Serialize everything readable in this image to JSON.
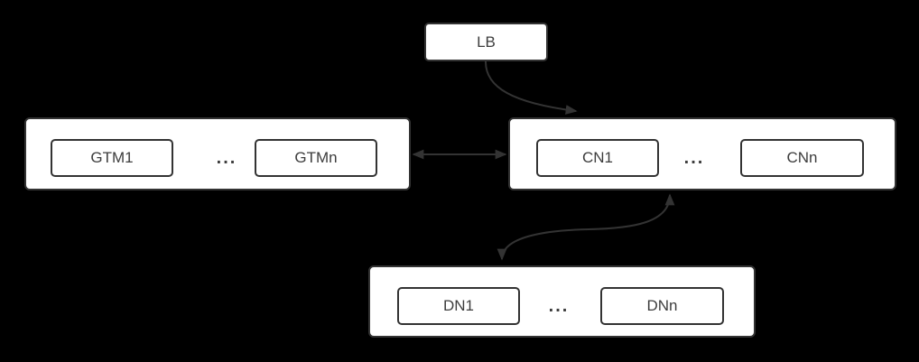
{
  "diagram": {
    "colors": {
      "background": "#000000",
      "node_fill": "#ffffff",
      "border": "#333333",
      "text": "#3d3d3d",
      "arrow": "#333333"
    },
    "lb": {
      "label": "LB"
    },
    "groups": {
      "gtm": {
        "first": "GTM1",
        "ellipsis": "...",
        "last": "GTMn"
      },
      "cn": {
        "first": "CN1",
        "ellipsis": "...",
        "last": "CNn"
      },
      "dn": {
        "first": "DN1",
        "ellipsis": "...",
        "last": "DNn"
      }
    },
    "edges": [
      {
        "from": "LB",
        "to": "CN-group",
        "direction": "one-way",
        "style": "curved"
      },
      {
        "from": "GTM-group",
        "to": "CN-group",
        "direction": "two-way",
        "style": "straight"
      },
      {
        "from": "CN-group",
        "to": "DN-group",
        "direction": "two-way",
        "style": "curved"
      }
    ]
  }
}
